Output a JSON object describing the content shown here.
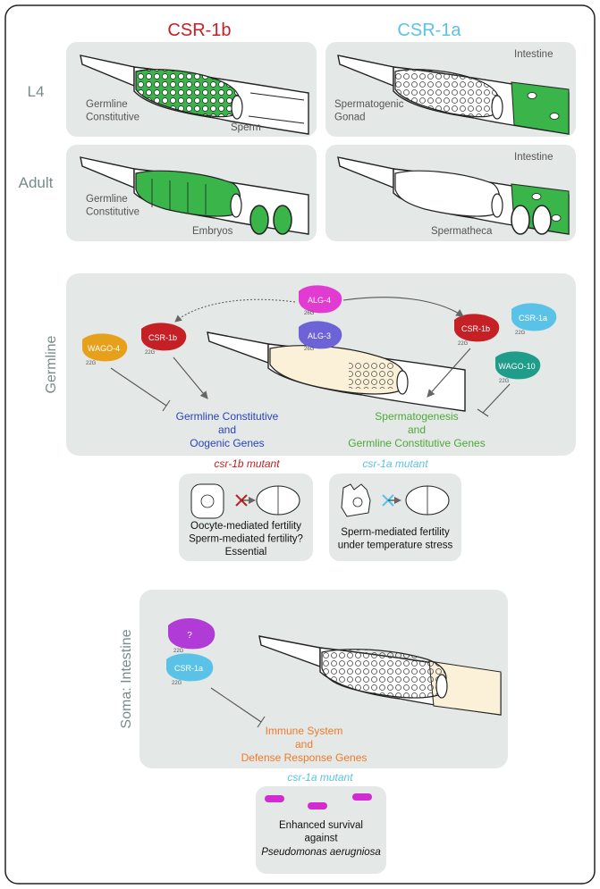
{
  "headers": {
    "csr1b": "CSR-1b",
    "csr1a": "CSR-1a"
  },
  "rows": {
    "l4": "L4",
    "adult": "Adult"
  },
  "panels": {
    "l4_left_label": "Germline\nConstitutive",
    "l4_left_sperm": "Sperm",
    "l4_right_intestine": "Intestine",
    "l4_right_label": "Spermatogenic\nGonad",
    "adult_left_label": "Germline\nConstitutive",
    "adult_left_embryos": "Embryos",
    "adult_right_intestine": "Intestine",
    "adult_right_spermatheca": "Spermatheca"
  },
  "germline": {
    "side_label": "Germline",
    "proteins": {
      "alg4": "ALG-4",
      "alg3": "ALG-3",
      "wago4": "WAGO-4",
      "csr1b_left": "CSR-1b",
      "csr1b_right": "CSR-1b",
      "csr1a": "CSR-1a",
      "wago10": "WAGO-10"
    },
    "rna_tags": {
      "tag22": "22G",
      "tag26": "26G"
    },
    "left_target": "Germline Constitutive\nand\nOogenic Genes",
    "right_target": "Spermatogenesis\nand\nGermline Constitutive Genes"
  },
  "mutants": {
    "csr1b": {
      "title": "csr-1b mutant",
      "text": "Oocyte-mediated fertility\nSperm-mediated fertility?\nEssential"
    },
    "csr1a": {
      "title": "csr-1a mutant",
      "text": "Sperm-mediated fertility\nunder temperature stress"
    },
    "csr1a_soma": {
      "title": "csr-1a mutant",
      "text": "Enhanced survival\nagainst",
      "species": "Pseudomonas aerugniosa"
    }
  },
  "soma": {
    "side_label": "Soma: Intestine",
    "unknown": "?",
    "csr1a": "CSR-1a",
    "target": "Immune System\nand\nDefense Response Genes"
  },
  "colors": {
    "csr1b": "#c42026",
    "csr1a": "#5bc2e7",
    "green": "#39b54a",
    "alg4": "#e23bd1",
    "alg3": "#6b63d6",
    "wago4": "#e6a01c",
    "wago10": "#1f9c8a",
    "unknown": "#b13bd6",
    "panel": "#e4e8e6",
    "gray_text": "#7a8a8a",
    "germ_text_blue": "#2c43b8",
    "germ_text_green": "#4ea83a",
    "immune": "#ee7b2b",
    "bacteria": "#d12bd1"
  }
}
